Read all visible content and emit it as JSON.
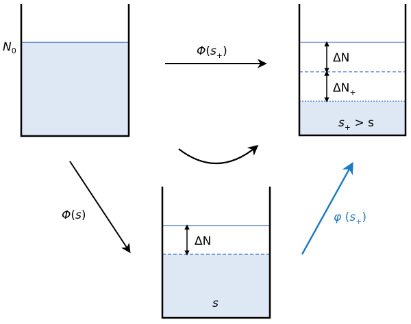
{
  "colors": {
    "fill": "#dde8f4",
    "level_line": "#4472c4",
    "wall": "#000000",
    "accent_arrow": "#1f7bc1"
  },
  "containers": {
    "initial": {
      "level_label": "N",
      "level_sub": "0"
    },
    "top_right": {
      "delta1": "ΔN",
      "delta2": "ΔN",
      "delta2_sub": "+",
      "bottom_label_a": "s",
      "bottom_label_a_sub": "+",
      "bottom_label_b": " > s"
    },
    "bottom": {
      "delta": "ΔN",
      "bottom_label": "s"
    }
  },
  "arrows": {
    "horizontal": {
      "fn": "Φ",
      "open": "(",
      "arg": "s",
      "arg_sub": "+",
      "close": ")"
    },
    "diagonal_down": {
      "fn": "Φ",
      "open": "(",
      "arg": "s",
      "close": ")"
    },
    "diagonal_up": {
      "fn": "φ",
      "open": " (",
      "arg": "s",
      "arg_sub": "+",
      "close": ")"
    }
  }
}
